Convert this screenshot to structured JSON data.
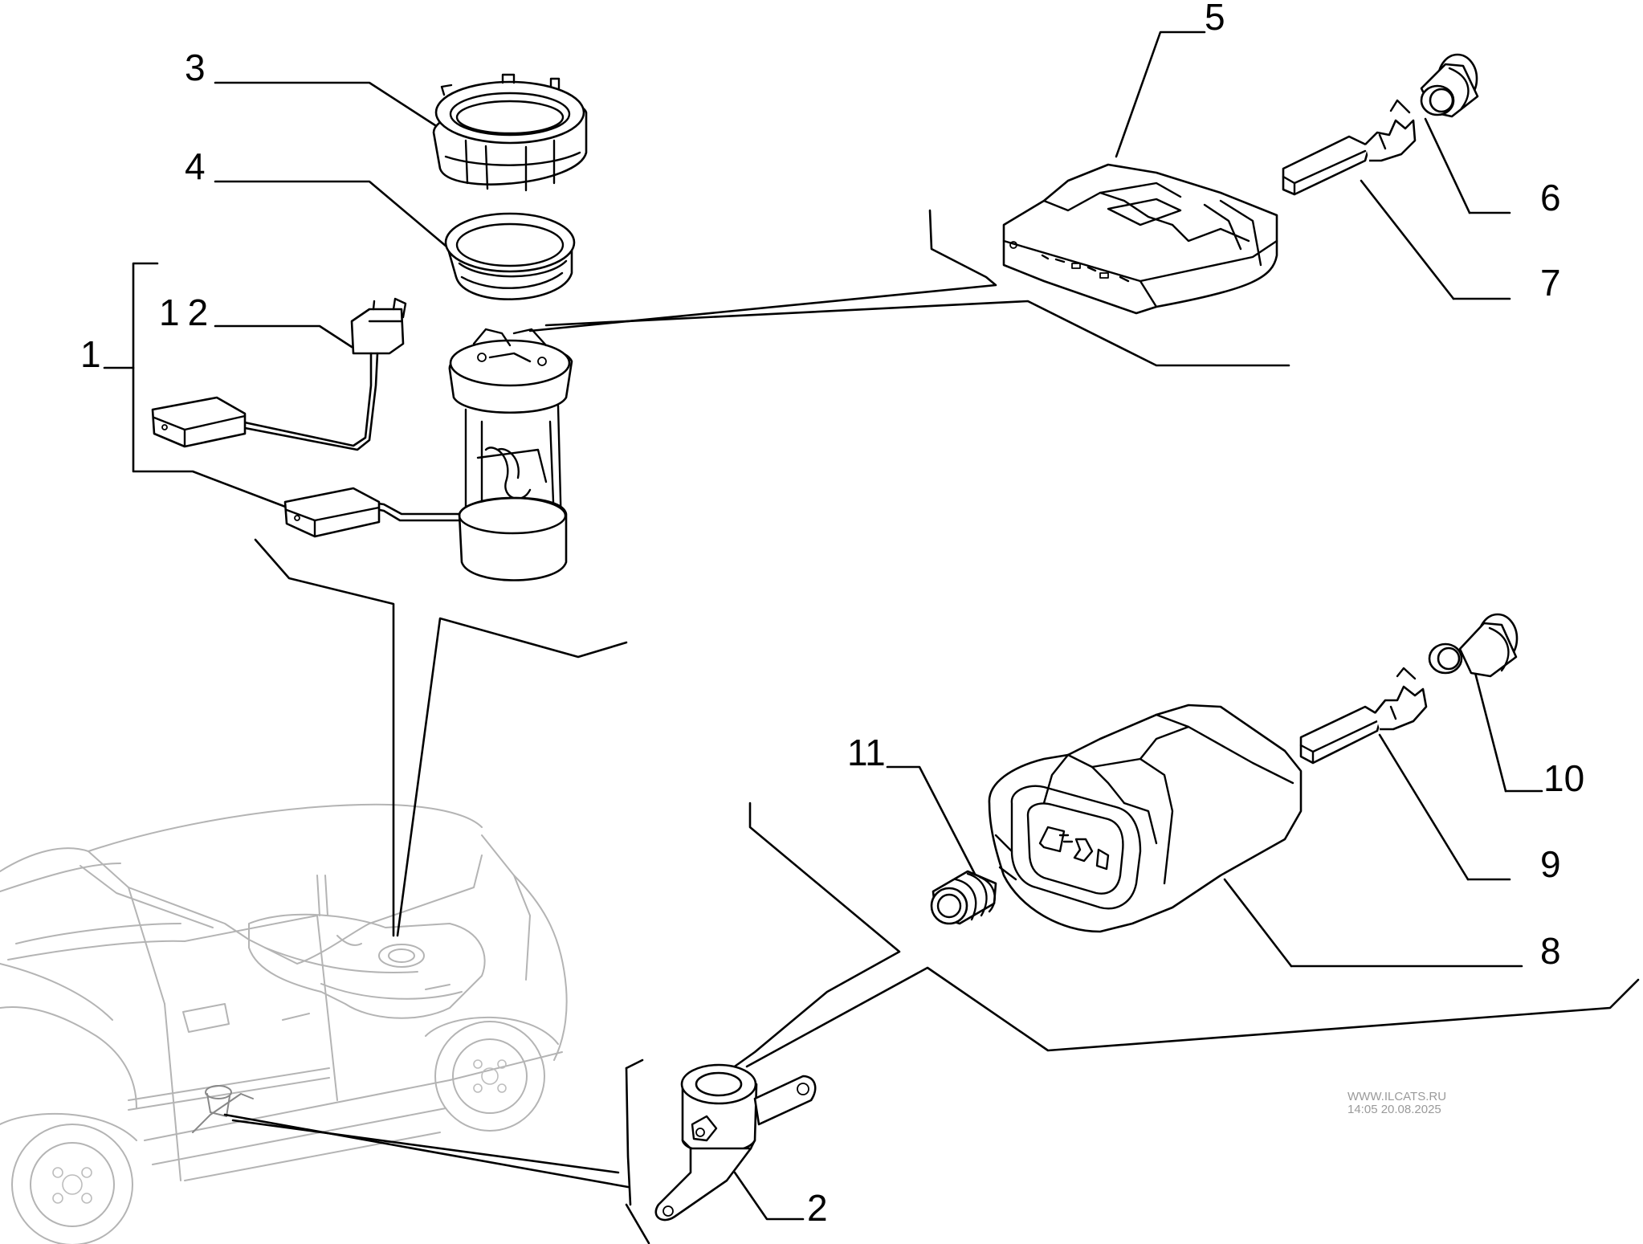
{
  "callouts": {
    "c1": "1",
    "c2": "2",
    "c3": "3",
    "c4": "4",
    "c5": "5",
    "c6": "6",
    "c7": "7",
    "c8": "8",
    "c9": "9",
    "c10": "10",
    "c11": "11",
    "c12": "12"
  },
  "watermark": {
    "site": "WWW.ILCATS.RU",
    "timestamp": "14:05 20.08.2025"
  }
}
